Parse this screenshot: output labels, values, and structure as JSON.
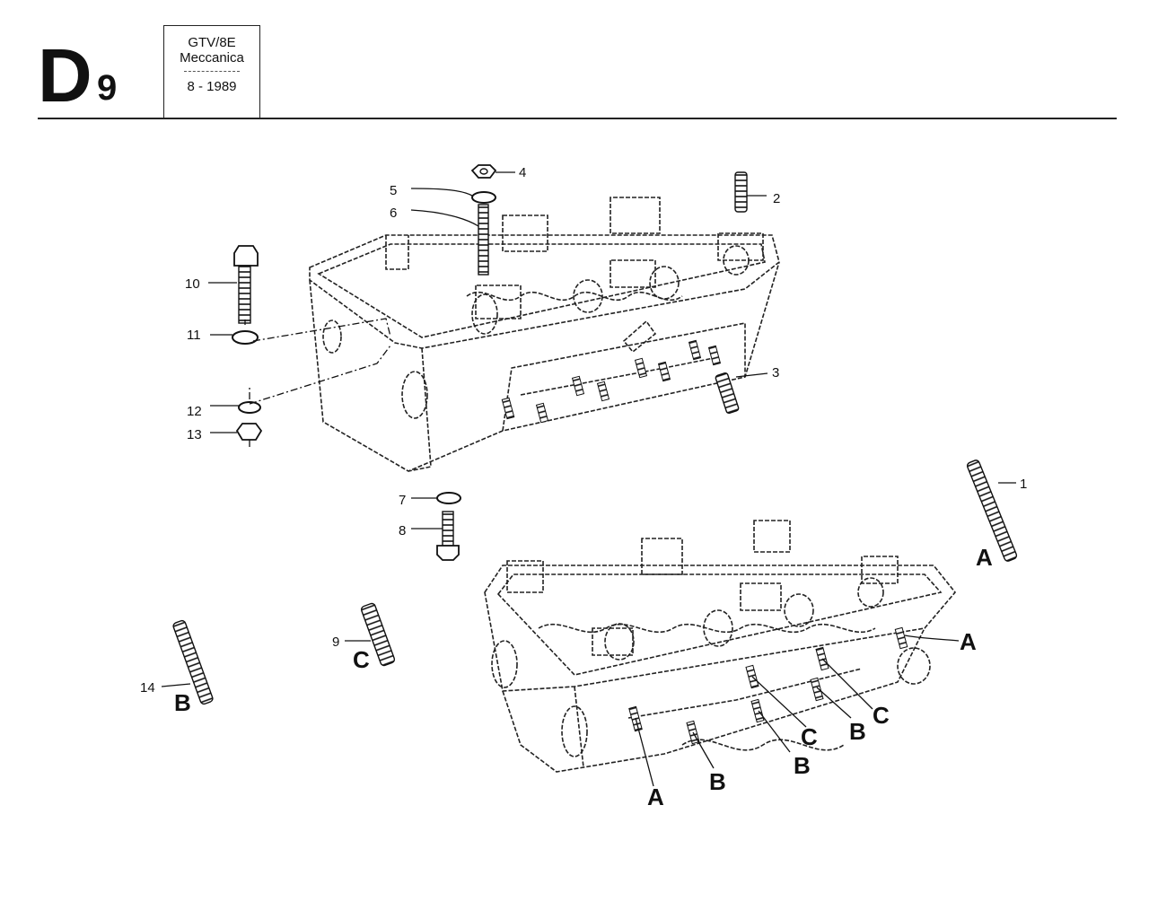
{
  "header": {
    "section_letter": "D",
    "section_number": "9",
    "model": "GTV/8E",
    "category": "Meccanica",
    "date": "8 - 1989"
  },
  "callouts": {
    "c1": "1",
    "c2": "2",
    "c3": "3",
    "c4": "4",
    "c5": "5",
    "c6": "6",
    "c7": "7",
    "c8": "8",
    "c9": "9",
    "c10": "10",
    "c11": "11",
    "c12": "12",
    "c13": "13",
    "c14": "14"
  },
  "stud_markers": {
    "a_right_top": "A",
    "a_right_mid": "A",
    "a_bottom": "A",
    "b_left": "B",
    "b_bottom1": "B",
    "b_bottom2": "B",
    "b_bottom3": "B",
    "c_left": "C",
    "c_bottom1": "C",
    "c_bottom2": "C"
  }
}
